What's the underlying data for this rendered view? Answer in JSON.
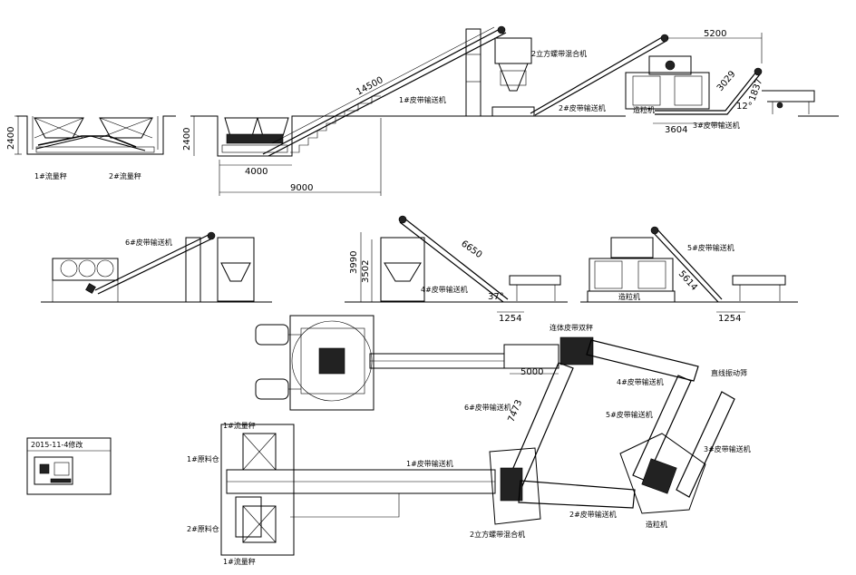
{
  "labels": {
    "flow_scale_1": "1#流量秤",
    "flow_scale_2": "2#流量秤",
    "belt_1": "1#皮带输送机",
    "mixer_2m3": "2立方螺带混合机",
    "belt_2": "2#皮带输送机",
    "granulator": "造粒机",
    "belt_3": "3#皮带输送机",
    "belt_6": "6#皮带输送机",
    "belt_4": "4#皮带输送机",
    "belt_5": "5#皮带输送机",
    "twin_scale": "连体皮带双秤",
    "vibrating_screen": "直线振动筛",
    "raw_bin_1": "1#原料仓",
    "raw_bin_2": "2#原料仓",
    "revision_note": "2015-11-4修改"
  },
  "dimensions": {
    "d2400_left": "2400",
    "d2400_mid": "2400",
    "d4000": "4000",
    "d9000": "9000",
    "d14500": "14500",
    "d5200": "5200",
    "d3029": "3029",
    "d1837": "1837",
    "d3604": "3604",
    "d12deg": "12°",
    "d3990": "3990",
    "d3502": "3502",
    "d6650": "6650",
    "d37deg": "37°",
    "d1254_a": "1254",
    "d5614": "5614",
    "d1254_b": "1254",
    "d5000": "5000",
    "d7473": "7473"
  }
}
